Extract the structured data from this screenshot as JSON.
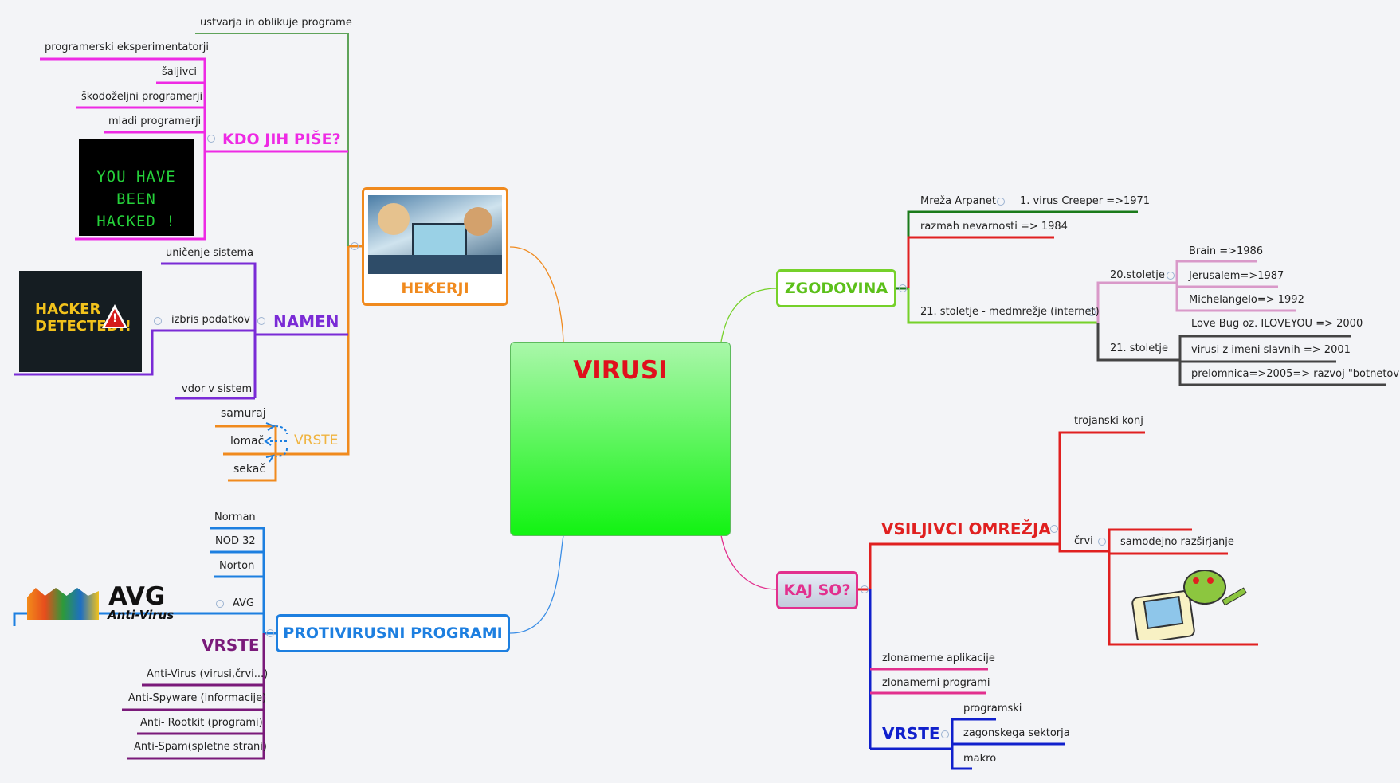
{
  "central": {
    "title": "VIRUSI"
  },
  "hekerji": {
    "title": "HEKERJI",
    "image_icon": "hacker-illustration",
    "ustvarja": "ustvarja in oblikuje programe",
    "kdo": {
      "title": "KDO JIH PIŠE?",
      "items": [
        "programerski eksperimentatorji",
        "šaljivci",
        "škodoželjni programerji",
        "mladi programerji"
      ],
      "image_text": "YOU HAVE BEEN HACKED !"
    },
    "namen": {
      "title": "NAMEN",
      "items": [
        "uničenje sistema",
        "izbris podatkov",
        "vdor v sistem"
      ],
      "image_text": "HACKER DETECTED!!"
    },
    "vrste": {
      "title": "VRSTE",
      "items": [
        "samuraj",
        "lomač",
        "sekač"
      ]
    }
  },
  "zgodovina": {
    "title": "ZGODOVINA",
    "arpanet": "Mreža Arpanet",
    "creeper": "1. virus Creeper =>1971",
    "razmah": "razmah nevarnosti => 1984",
    "internet": "21. stoletje - medmrežje (internet)",
    "s20": {
      "label": "20.stoletje",
      "items": [
        "Brain =>1986",
        "Jerusalem=>1987",
        "Michelangelo=> 1992"
      ]
    },
    "s21": {
      "label": "21. stoletje",
      "items": [
        "Love Bug oz. ILOVEYOU => 2000",
        "virusi z imeni slavnih => 2001",
        "prelomnica=>2005=> razvoj \"botnetov\""
      ]
    }
  },
  "kajso": {
    "title": "KAJ SO?",
    "vsiljivci": {
      "title": "VSILJIVCI OMREŽJA",
      "trojanski": "trojanski konj",
      "crvi": "črvi",
      "sam": "samodejno razširjanje"
    },
    "aplikacije": "zlonamerne aplikacije",
    "programi": "zlonamerni programi",
    "vrste": {
      "title": "VRSTE",
      "items": [
        "programski",
        "zagonskega sektorja",
        "makro"
      ]
    }
  },
  "protivirusni": {
    "title": "PROTIVIRUSNI PROGRAMI",
    "items": [
      "Norman",
      "NOD 32",
      "Norton",
      "AVG"
    ],
    "avg_logo": "AVG",
    "avg_sub": "Anti-Virus",
    "vrste": {
      "title": "VRSTE",
      "items": [
        "Anti-Virus (virusi,črvi...)",
        "Anti-Spyware (informacije)",
        "Anti- Rootkit (programi)",
        "Anti-Spam(spletne strani)"
      ]
    }
  },
  "colors": {
    "red": "#e02020",
    "orange": "#f08a1e",
    "green": "#76d12a",
    "pink": "#e2308e",
    "blue": "#1d7fe0",
    "purple": "#7a2bd6",
    "magenta": "#ee2ae4",
    "darkpurple": "#7a1a7a",
    "navy": "#1020cc"
  }
}
